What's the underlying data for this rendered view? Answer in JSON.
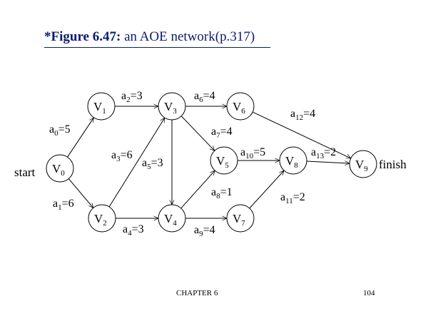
{
  "title": {
    "figure_label": "*Figure 6.47:",
    "caption": " an AOE network(p.317)"
  },
  "footer": {
    "chapter": "CHAPTER 6",
    "page": "104"
  },
  "labels": {
    "start": "start",
    "finish": "finish"
  },
  "nodes": [
    {
      "id": "v0",
      "letter": "V",
      "sub": "0"
    },
    {
      "id": "v1",
      "letter": "V",
      "sub": "1"
    },
    {
      "id": "v2",
      "letter": "V",
      "sub": "2"
    },
    {
      "id": "v3",
      "letter": "V",
      "sub": "3"
    },
    {
      "id": "v4",
      "letter": "V",
      "sub": "4"
    },
    {
      "id": "v5",
      "letter": "V",
      "sub": "5"
    },
    {
      "id": "v6",
      "letter": "V",
      "sub": "6"
    },
    {
      "id": "v7",
      "letter": "V",
      "sub": "7"
    },
    {
      "id": "v8",
      "letter": "V",
      "sub": "8"
    },
    {
      "id": "v9",
      "letter": "V",
      "sub": "9"
    }
  ],
  "edges": [
    {
      "from": "v0",
      "to": "v1",
      "name": "a",
      "sub": "0",
      "weight": "=5"
    },
    {
      "from": "v0",
      "to": "v2",
      "name": "a",
      "sub": "1",
      "weight": "=6"
    },
    {
      "from": "v1",
      "to": "v3",
      "name": "a",
      "sub": "2",
      "weight": "=3"
    },
    {
      "from": "v2",
      "to": "v3",
      "name": "a",
      "sub": "3",
      "weight": "=6"
    },
    {
      "from": "v2",
      "to": "v4",
      "name": "a",
      "sub": "4",
      "weight": "=3"
    },
    {
      "from": "v3",
      "to": "v4",
      "name": "a",
      "sub": "5",
      "weight": "=3"
    },
    {
      "from": "v3",
      "to": "v6",
      "name": "a",
      "sub": "6",
      "weight": "=4"
    },
    {
      "from": "v3",
      "to": "v5",
      "name": "a",
      "sub": "7",
      "weight": "=4"
    },
    {
      "from": "v4",
      "to": "v5",
      "name": "a",
      "sub": "8",
      "weight": "=1"
    },
    {
      "from": "v4",
      "to": "v7",
      "name": "a",
      "sub": "9",
      "weight": "=4"
    },
    {
      "from": "v5",
      "to": "v8",
      "name": "a",
      "sub": "10",
      "weight": "=5"
    },
    {
      "from": "v7",
      "to": "v8",
      "name": "a",
      "sub": "11",
      "weight": "=2"
    },
    {
      "from": "v6",
      "to": "v9",
      "name": "a",
      "sub": "12",
      "weight": "=4"
    },
    {
      "from": "v8",
      "to": "v9",
      "name": "a",
      "sub": "13",
      "weight": "=2"
    }
  ]
}
